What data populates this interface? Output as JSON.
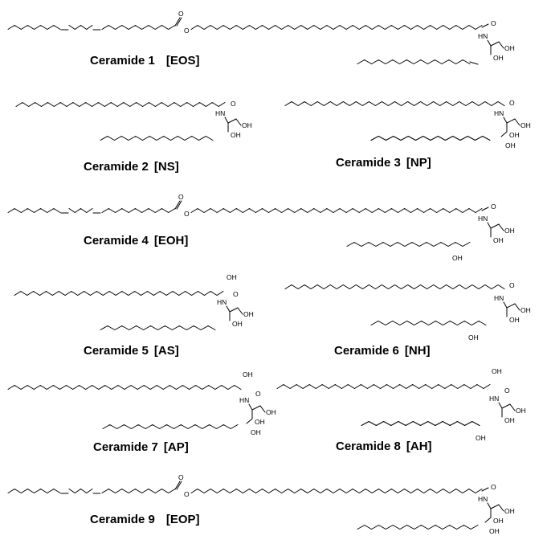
{
  "ceramides": [
    {
      "name": "Ceramide 1",
      "code": "[EOS]"
    },
    {
      "name": "Ceramide 2",
      "code": "[NS]"
    },
    {
      "name": "Ceramide 3",
      "code": "[NP]"
    },
    {
      "name": "Ceramide 4",
      "code": "[EOH]"
    },
    {
      "name": "Ceramide 5",
      "code": "[AS]"
    },
    {
      "name": "Ceramide 6",
      "code": "[NH]"
    },
    {
      "name": "Ceramide 7",
      "code": "[AP]"
    },
    {
      "name": "Ceramide 8",
      "code": "[AH]"
    },
    {
      "name": "Ceramide 9",
      "code": "[EOP]"
    }
  ],
  "atom_labels": {
    "oxygen": "O",
    "amide": "HN",
    "hydroxyl": "OH"
  }
}
